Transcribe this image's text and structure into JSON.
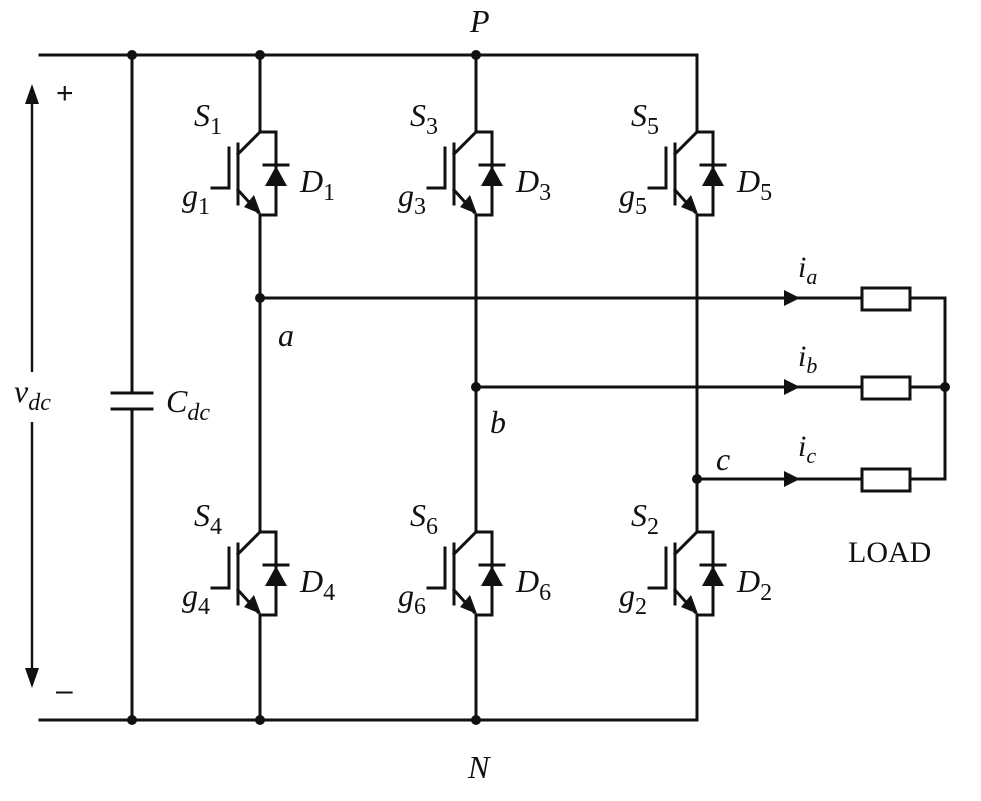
{
  "labels": {
    "top_node": "P",
    "bottom_node": "N",
    "plus": "+",
    "minus": "–",
    "vdc_main": "v",
    "vdc_sub": "dc",
    "cap_main": "C",
    "cap_sub": "dc",
    "node_a": "a",
    "node_b": "b",
    "node_c": "c",
    "load": "LOAD"
  },
  "currents": [
    {
      "main": "i",
      "sub": "a"
    },
    {
      "main": "i",
      "sub": "b"
    },
    {
      "main": "i",
      "sub": "c"
    }
  ],
  "switches": [
    {
      "s": "S",
      "s_sub": "1",
      "g": "g",
      "g_sub": "1",
      "d": "D",
      "d_sub": "1"
    },
    {
      "s": "S",
      "s_sub": "3",
      "g": "g",
      "g_sub": "3",
      "d": "D",
      "d_sub": "3"
    },
    {
      "s": "S",
      "s_sub": "5",
      "g": "g",
      "g_sub": "5",
      "d": "D",
      "d_sub": "5"
    },
    {
      "s": "S",
      "s_sub": "4",
      "g": "g",
      "g_sub": "4",
      "d": "D",
      "d_sub": "4"
    },
    {
      "s": "S",
      "s_sub": "6",
      "g": "g",
      "g_sub": "6",
      "d": "D",
      "d_sub": "6"
    },
    {
      "s": "S",
      "s_sub": "2",
      "g": "g",
      "g_sub": "2",
      "d": "D",
      "d_sub": "2"
    }
  ]
}
